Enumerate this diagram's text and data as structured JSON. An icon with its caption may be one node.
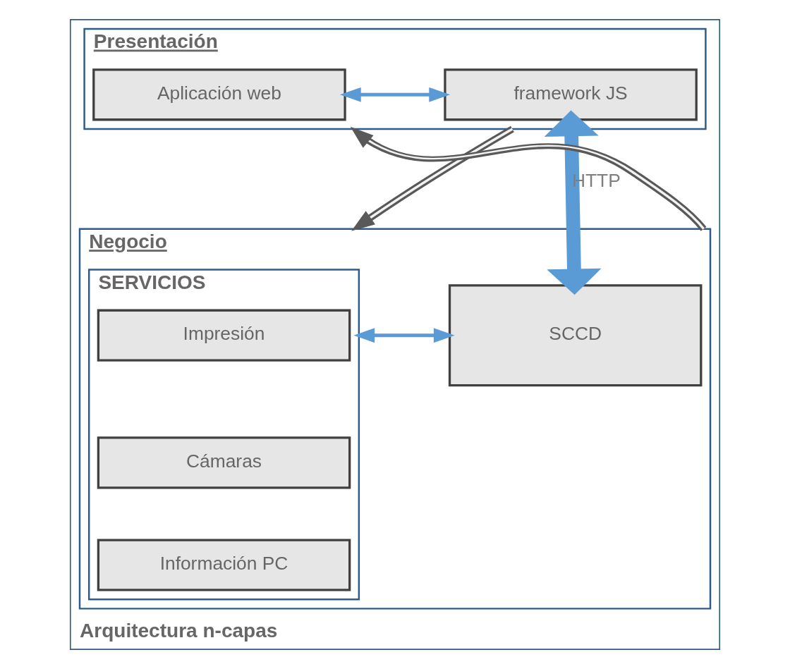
{
  "diagram": {
    "nodes": [
      {
        "text": [
          "Arquitectura n-capas"
        ]
      },
      {
        "text": [
          "Presentación"
        ],
        "in": 0
      },
      {
        "text": [
          "Aplicación web"
        ],
        "in": 1
      },
      {
        "text": [
          "framework JS"
        ],
        "in": 1
      },
      {
        "text": [
          "Negocio"
        ],
        "in": 0
      },
      {
        "text": [
          "SERVICIOS"
        ],
        "in": 4
      },
      {
        "text": [
          "Impresión"
        ],
        "in": 5
      },
      {
        "text": [
          "Cámaras"
        ],
        "in": 5
      },
      {
        "text": [
          "Información PC"
        ],
        "in": 5
      },
      {
        "text": [
          "SCCD"
        ],
        "in": 4
      }
    ],
    "edges": [
      {
        "from": 2,
        "to": 3,
        "arrow": "both"
      },
      {
        "from": 3,
        "to": 9,
        "arrow": "both",
        "label": "HTTP",
        "style": "thick"
      },
      {
        "from": 5,
        "to": 9,
        "arrow": "both"
      },
      {
        "from": 1,
        "to": 4,
        "arrow": "to",
        "color": "#595959"
      },
      {
        "from": 4,
        "to": 1,
        "arrow": "to",
        "color": "#595959"
      }
    ]
  }
}
